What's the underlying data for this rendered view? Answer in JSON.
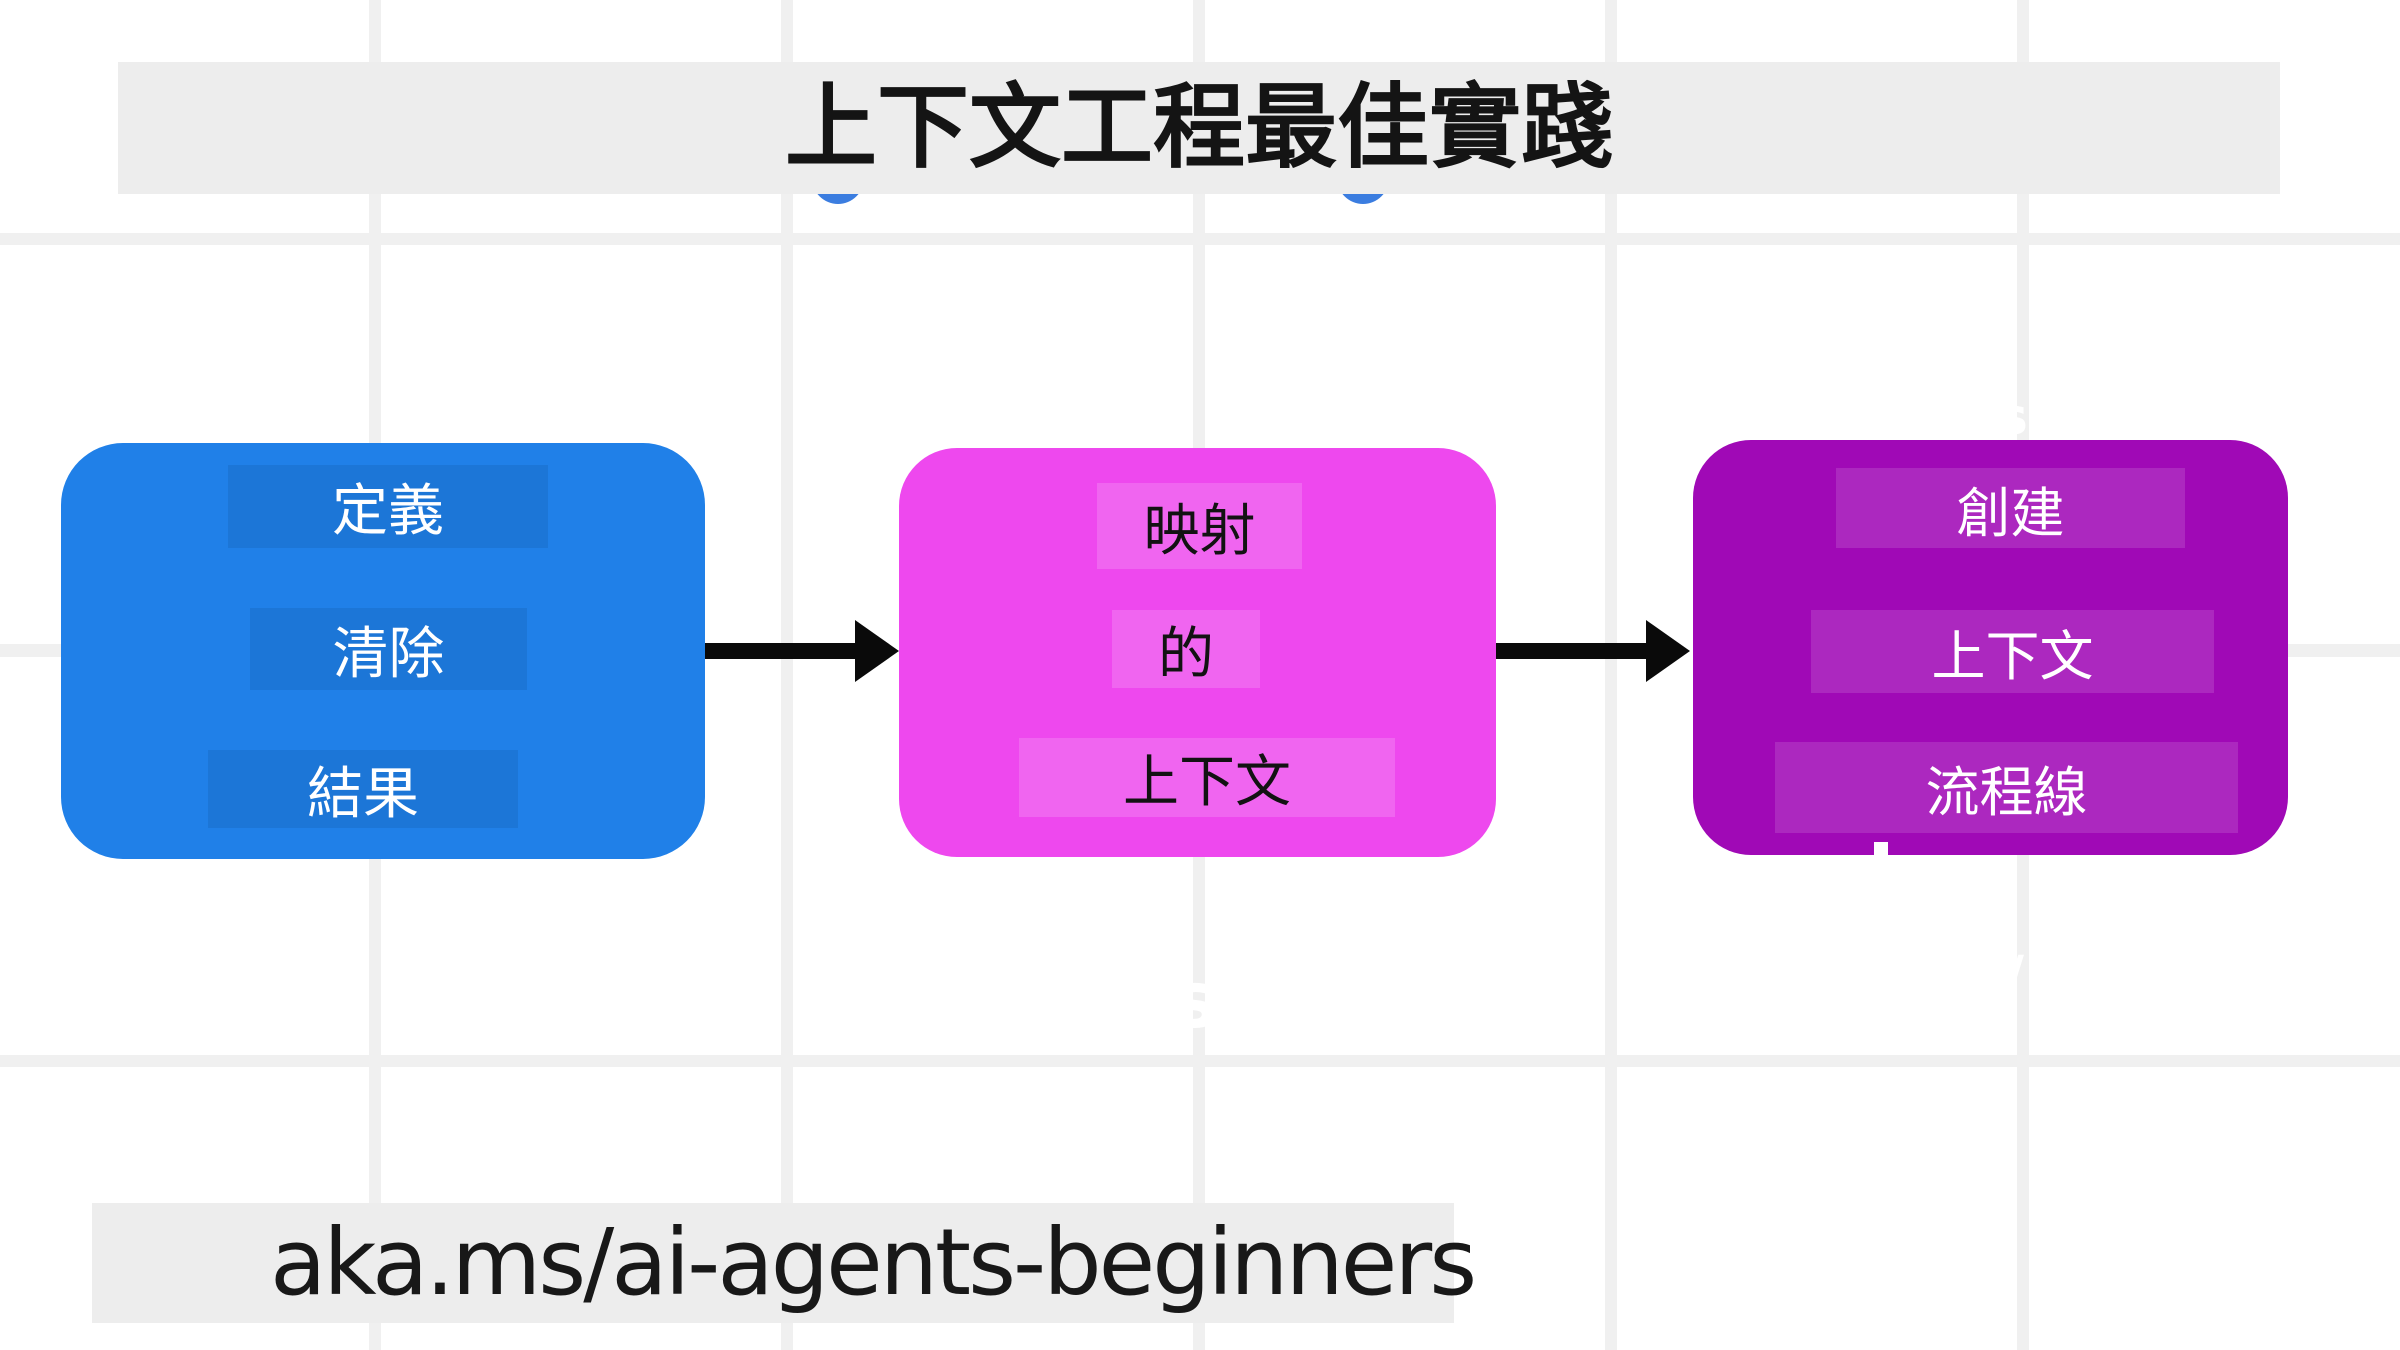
{
  "title": {
    "text": "上下文工程最佳實踐"
  },
  "flow": {
    "boxes": [
      {
        "name": "define-clear-result",
        "fill": "#2080e8",
        "text_color": "#ffffff",
        "labels": [
          "定義",
          "清除",
          "結果"
        ]
      },
      {
        "name": "map-the-context",
        "fill": "#ee48ee",
        "text_color": "#121212",
        "labels": [
          "映射",
          "的",
          "上下文"
        ]
      },
      {
        "name": "create-context-pipeline",
        "fill": "#a009b6",
        "text_color": "#ffffff",
        "labels": [
          "創建",
          "上下文",
          "流程線"
        ]
      }
    ],
    "arrow_color": "#0a0a0a"
  },
  "footer": {
    "link_text": "aka.ms/ai-agents-beginners"
  },
  "decor": {
    "band_color": "#ededed",
    "grid_color": "#f0f0f0",
    "dot_color": "#3b7de0",
    "fragments": [
      {
        "text": "s"
      },
      {
        "text": "s"
      },
      {
        "text": "/"
      }
    ]
  }
}
